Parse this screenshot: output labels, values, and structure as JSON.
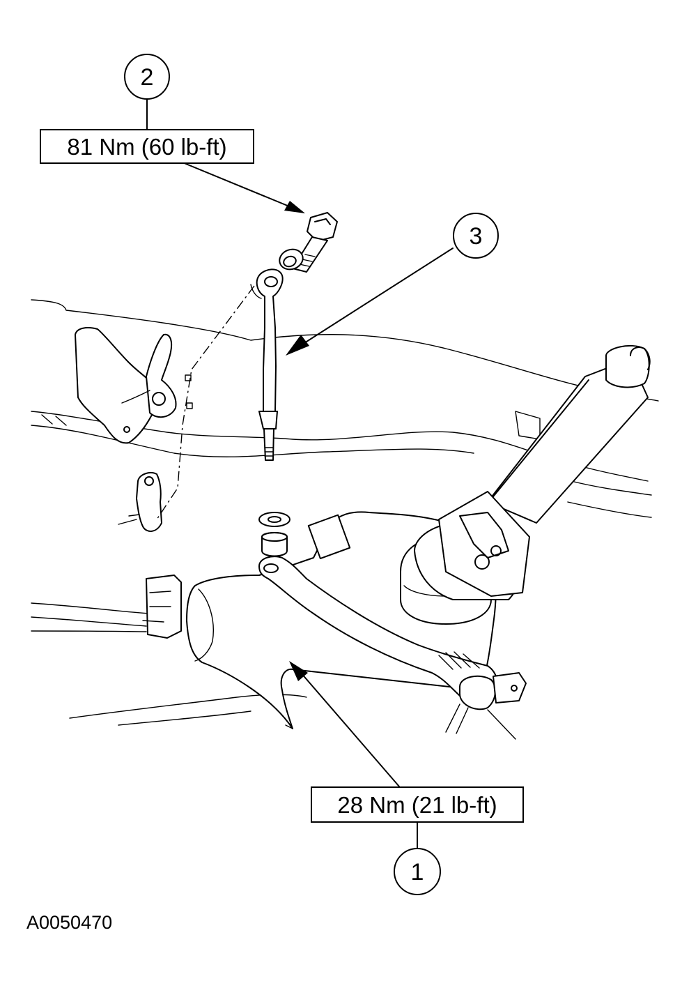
{
  "callouts": [
    {
      "id": "2",
      "label": "2"
    },
    {
      "id": "3",
      "label": "3"
    },
    {
      "id": "1",
      "label": "1"
    }
  ],
  "torque_specs": {
    "upper": "81 Nm (60 lb-ft)",
    "lower": "28 Nm (21 lb-ft)"
  },
  "figure_reference": "A0050470"
}
